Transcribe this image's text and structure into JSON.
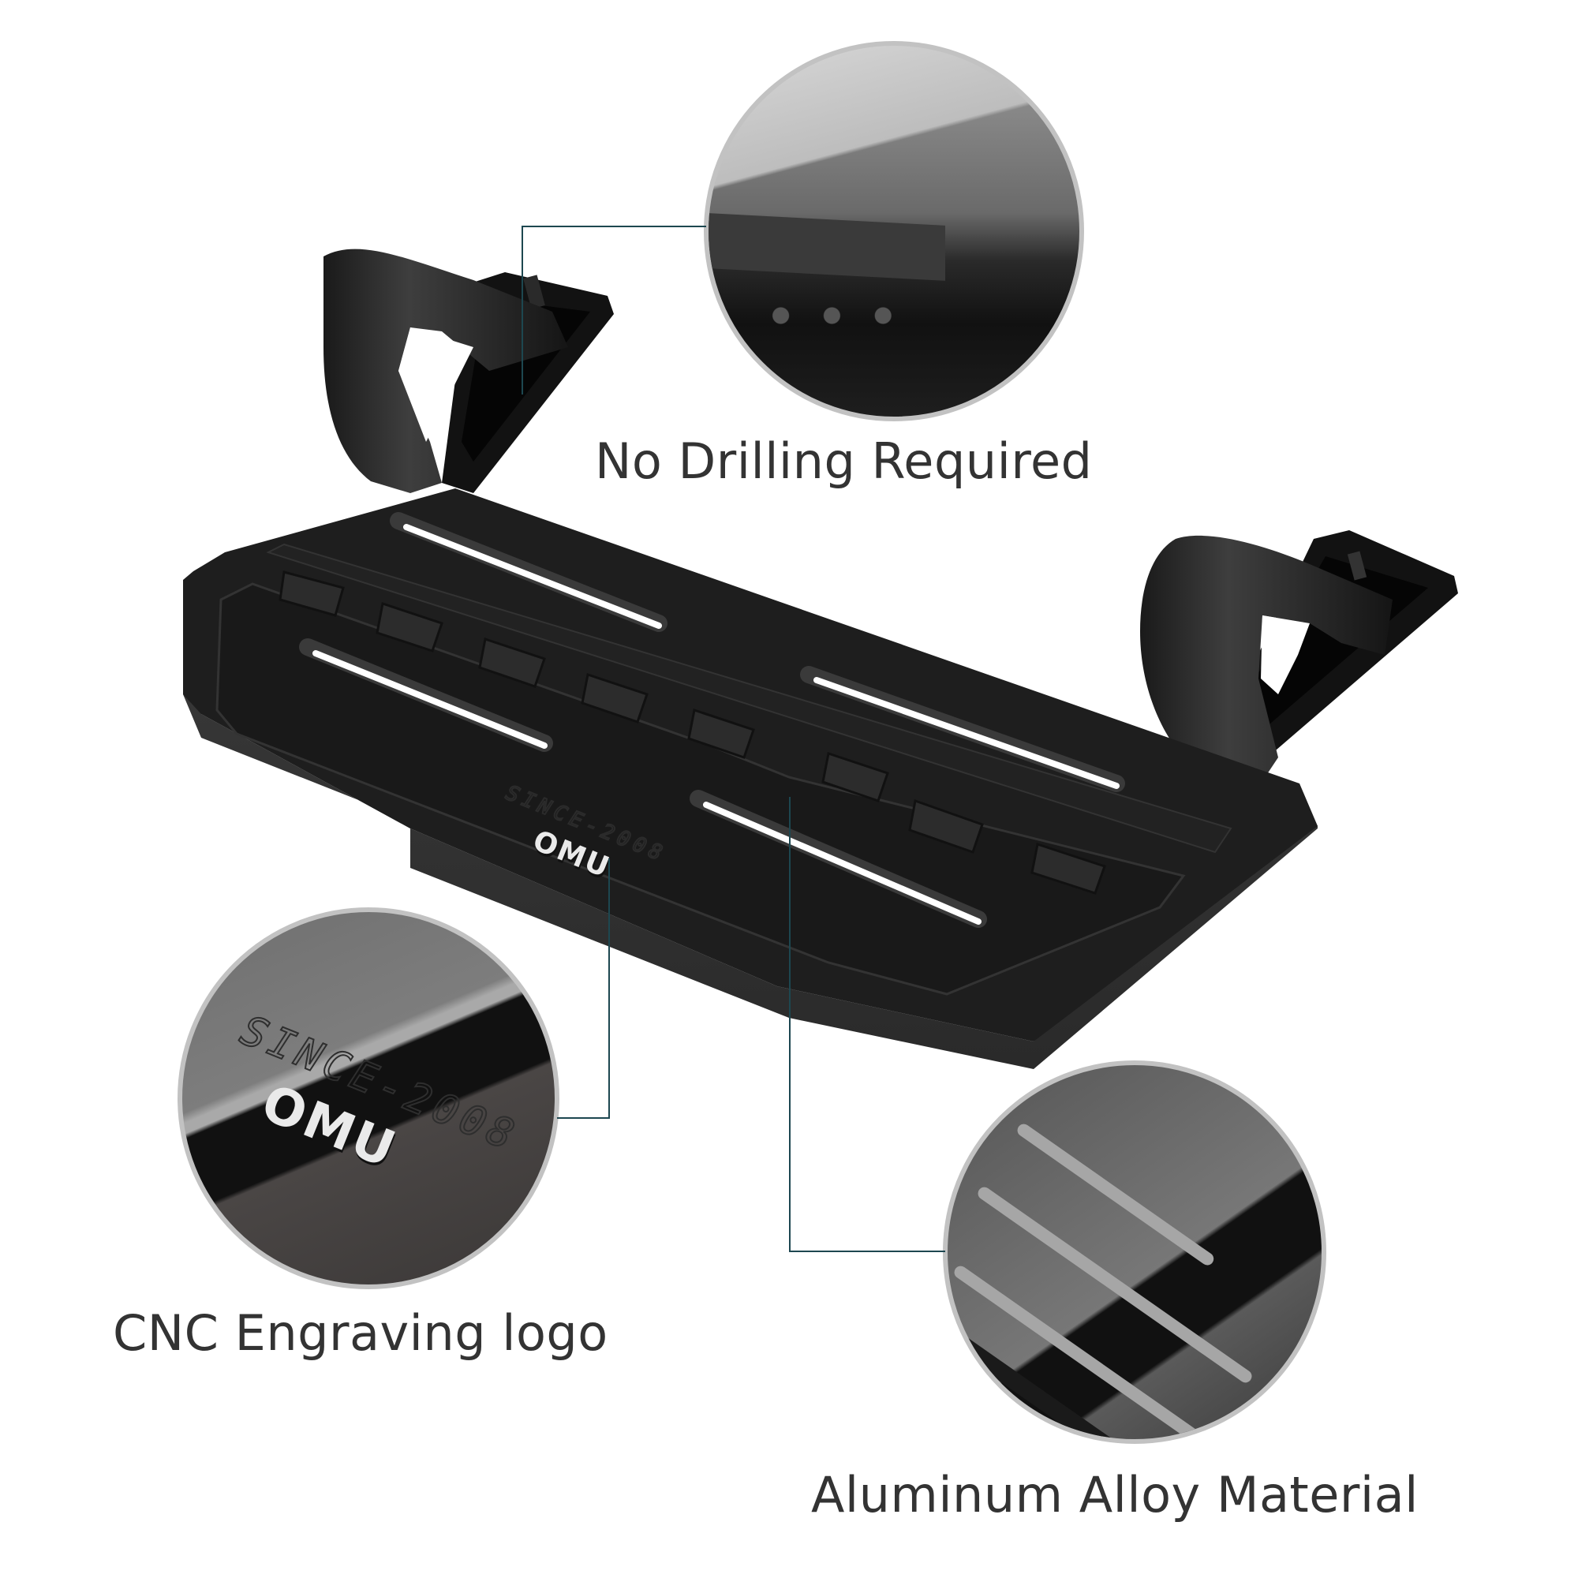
{
  "image": {
    "background": "#ffffff",
    "subject": "Black aluminum side step with two tube clamp brackets"
  },
  "product": {
    "engraving_text": "SINCE-2008",
    "logo_text": "OMU",
    "body_color": "#1c1c1c"
  },
  "callouts": [
    {
      "id": "no-drilling",
      "label": "No Drilling Required"
    },
    {
      "id": "cnc-logo",
      "label": "CNC Engraving logo",
      "detail_engraving": "SINCE-2008",
      "detail_logo": "OMU"
    },
    {
      "id": "aluminum",
      "label": "Aluminum Alloy Material"
    }
  ],
  "style": {
    "label_color": "#333333",
    "connector_color": "#1d4750",
    "ring_color": "#c2c2c2"
  }
}
